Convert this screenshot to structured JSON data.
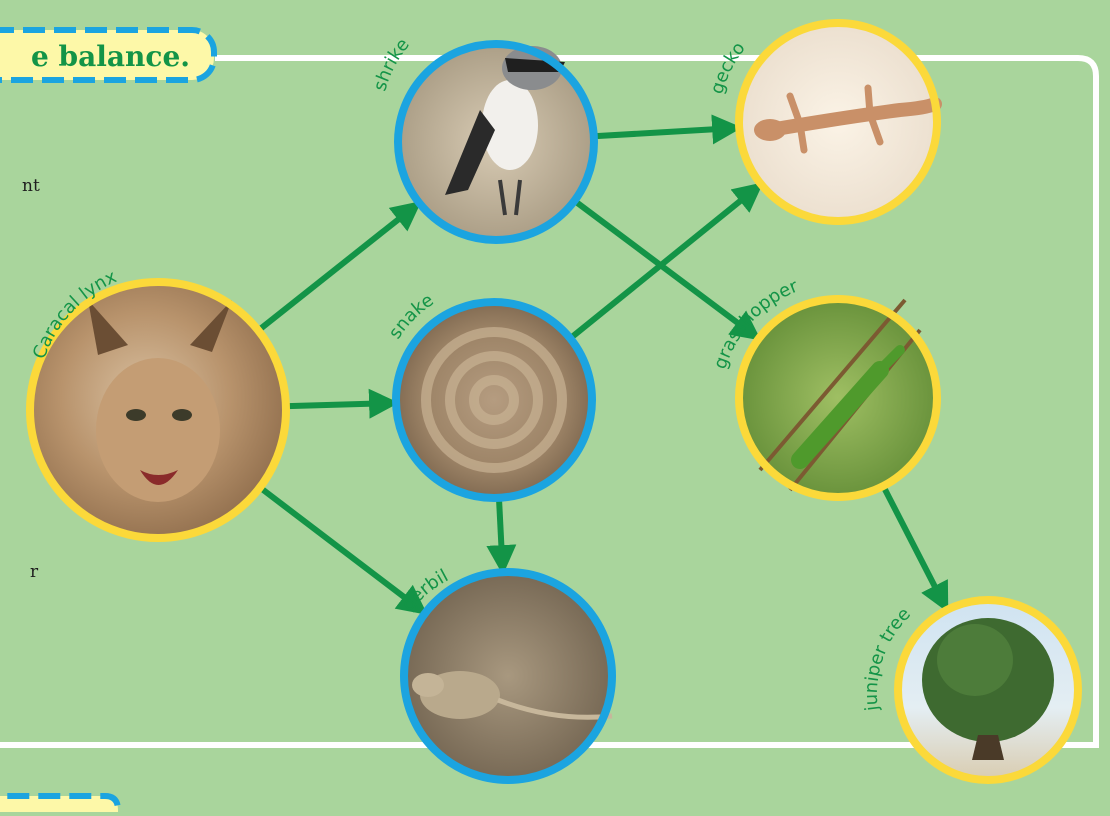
{
  "banner_text": "e balance.",
  "text_fragments": [
    "nt",
    "r"
  ],
  "colors": {
    "background": "#a9d59c",
    "frame": "#ffffff",
    "arrow": "#139447",
    "label": "#139447",
    "banner_fill": "#fdf8a8",
    "banner_border": "#1ba4e0",
    "ring_blue": "#1ba4e0",
    "ring_yellow": "#fbd93a"
  },
  "organisms": [
    {
      "id": "caracal-lynx",
      "label": "Caracal lynx",
      "ring": "yellow",
      "photo": "caracal-lynx-photo"
    },
    {
      "id": "shrike",
      "label": "shrike",
      "ring": "blue",
      "photo": "shrike-photo"
    },
    {
      "id": "snake",
      "label": "snake",
      "ring": "blue",
      "photo": "snake-photo"
    },
    {
      "id": "gerbil",
      "label": "gerbil",
      "ring": "blue",
      "photo": "gerbil-photo"
    },
    {
      "id": "gecko",
      "label": "gecko",
      "ring": "yellow",
      "photo": "gecko-photo"
    },
    {
      "id": "grasshopper",
      "label": "grasshopper",
      "ring": "yellow",
      "photo": "grasshopper-photo"
    },
    {
      "id": "juniper-tree",
      "label": "juniper tree",
      "ring": "yellow",
      "photo": "juniper-tree-photo"
    }
  ],
  "arrows": [
    {
      "from": "caracal-lynx",
      "to": "shrike"
    },
    {
      "from": "caracal-lynx",
      "to": "snake"
    },
    {
      "from": "caracal-lynx",
      "to": "gerbil"
    },
    {
      "from": "shrike",
      "to": "gecko"
    },
    {
      "from": "shrike",
      "to": "grasshopper"
    },
    {
      "from": "snake",
      "to": "gecko"
    },
    {
      "from": "snake",
      "to": "gerbil"
    },
    {
      "from": "grasshopper",
      "to": "juniper-tree"
    }
  ]
}
